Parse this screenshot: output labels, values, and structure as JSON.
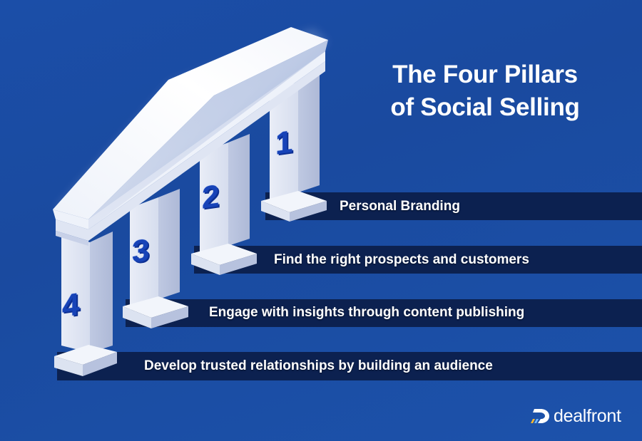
{
  "title": {
    "line1": "The Four Pillars",
    "line2": "of Social Selling"
  },
  "pillars": [
    {
      "number": "1",
      "label": "Personal Branding"
    },
    {
      "number": "2",
      "label": "Find the right prospects and customers"
    },
    {
      "number": "3",
      "label": "Engage with insights through content publishing"
    },
    {
      "number": "4",
      "label": "Develop trusted relationships by building an audience"
    }
  ],
  "logo": {
    "text": "dealfront",
    "icon": "dealfront-logo-icon"
  },
  "colors": {
    "background": "#1b4ea8",
    "band": "#0c2150",
    "pillar": "#e6ebf5",
    "number": "#1743b8",
    "text": "#ffffff"
  }
}
